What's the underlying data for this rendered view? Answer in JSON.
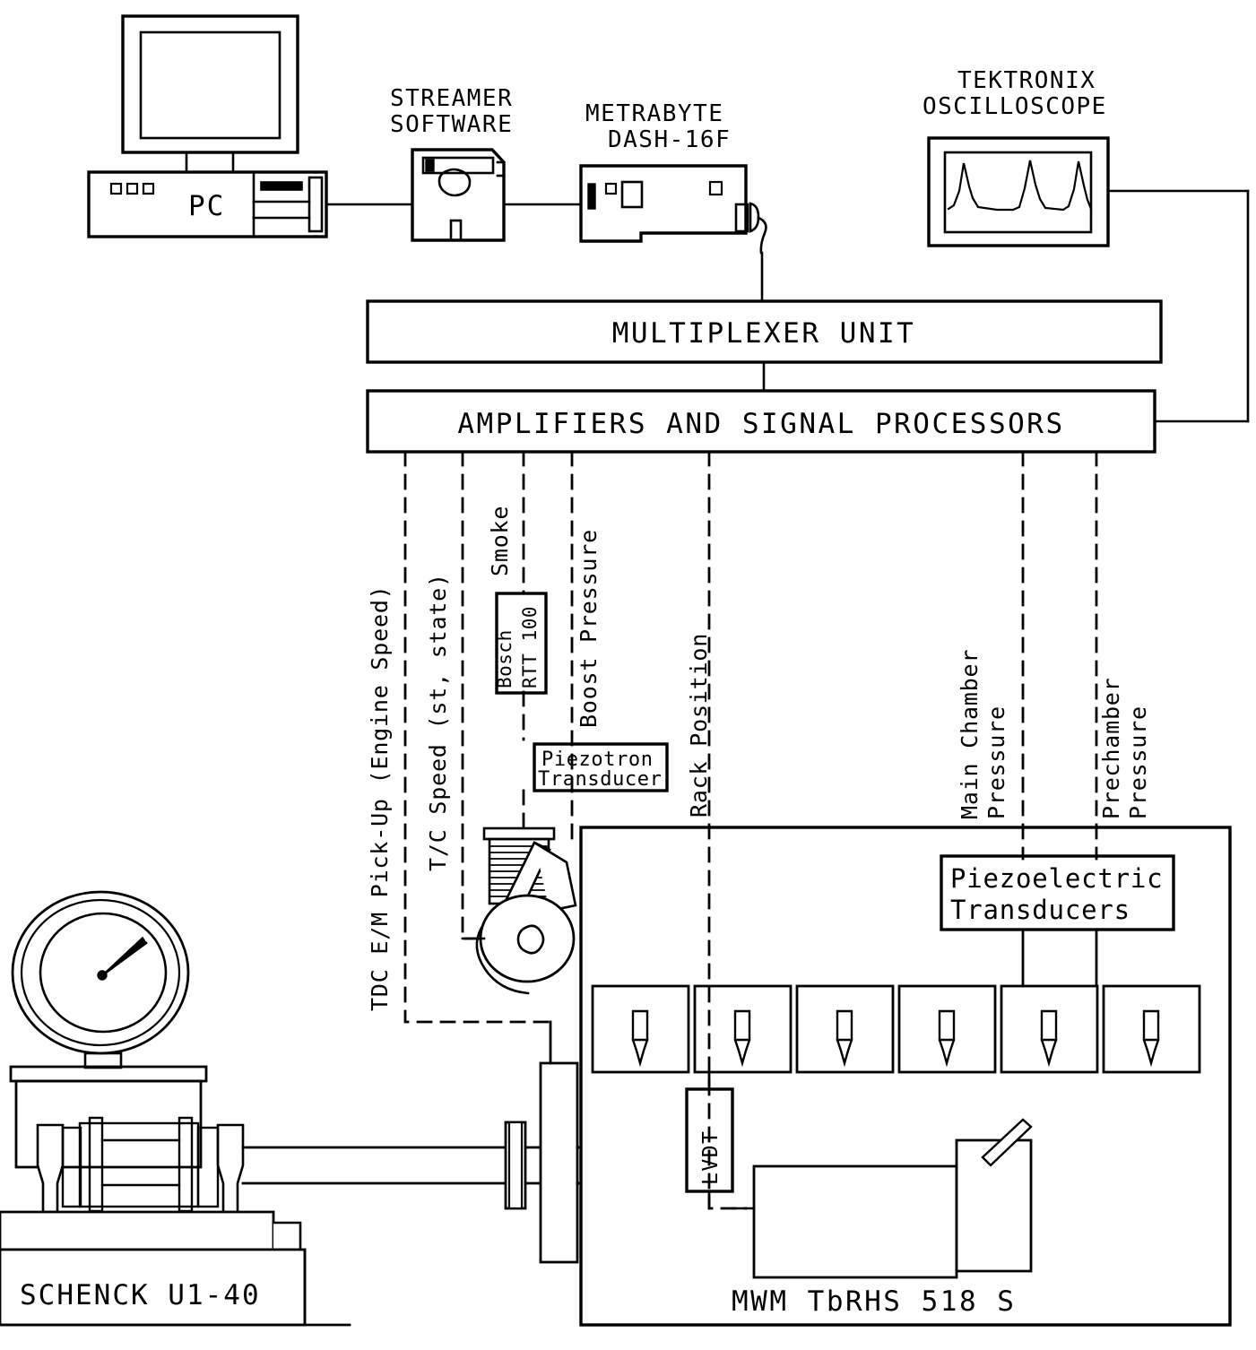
{
  "diagram": {
    "title": "Engine Test Bed Instrumentation Schematic",
    "stroke_color": "#000000",
    "background_color": "#ffffff"
  },
  "top_row": {
    "pc_label": "PC",
    "streamer_label_line1": "STREAMER",
    "streamer_label_line2": "SOFTWARE",
    "metrabyte_label_line1": "METRABYTE",
    "metrabyte_label_line2": "DASH-16F",
    "tektronix_label_line1": "TEKTRONIX",
    "tektronix_label_line2": "OSCILLOSCOPE"
  },
  "blocks": {
    "multiplexer": "MULTIPLEXER UNIT",
    "amplifiers": "AMPLIFIERS AND SIGNAL PROCESSORS",
    "bosch": [
      "Bosch",
      "RTT 100"
    ],
    "piezotron": [
      "Piezotron",
      "Transducer"
    ],
    "piezoelectric": [
      "Piezoelectric",
      "Transducers"
    ],
    "lvdt": "LVDT"
  },
  "signal_labels": [
    {
      "id": "tdc",
      "text": "TDC E/M Pick-Up (Engine Speed)"
    },
    {
      "id": "tc-speed",
      "text": "T/C Speed (st, state)"
    },
    {
      "id": "smoke",
      "text": "Smoke"
    },
    {
      "id": "boost",
      "text": "Boost Pressure"
    },
    {
      "id": "rack",
      "text": "Rack Position"
    },
    {
      "id": "main-chamber",
      "text": "Main Chamber"
    },
    {
      "id": "main-chamber-2",
      "text": "Pressure"
    },
    {
      "id": "prechamber",
      "text": "Prechamber"
    },
    {
      "id": "prechamber-2",
      "text": "Pressure"
    }
  ],
  "equipment": {
    "dynamometer": "SCHENCK U1-40",
    "engine": "MWM TbRHS 518 S"
  },
  "cylinder_count": 6,
  "oscilloscope_trace_peaks": 3
}
